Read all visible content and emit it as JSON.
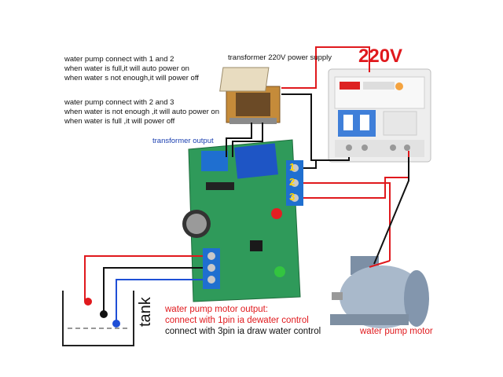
{
  "notes": {
    "mode1": [
      "water pump connect with 1 and 2",
      "when water is full,it will auto power on",
      "when water s not enough,it will power off"
    ],
    "mode2": [
      "water pump connect with 2 and 3",
      "when water is not enough ,it will auto power on",
      "when water is full ,it will power off"
    ]
  },
  "labels": {
    "transformer_supply": "transformer 220V power supply",
    "voltage": "220V",
    "transformer_output": "transformer output",
    "tank": "tank",
    "motor": "water pump motor",
    "motor_output_title": "water pump motor output:",
    "motor_output_line1": "connect with 1pin ia dewater control",
    "motor_output_line2": "connect with 3pin ia draw water control",
    "terminal_1": "1",
    "terminal_2": "2",
    "terminal_3": "3"
  },
  "colors": {
    "red_wire": "#e0191d",
    "blue_wire": "#1f4fd6",
    "black_wire": "#111111",
    "pcb": "#2f9a5a",
    "terminal": "#1f6fd0",
    "breaker": "#f1f1f1"
  }
}
